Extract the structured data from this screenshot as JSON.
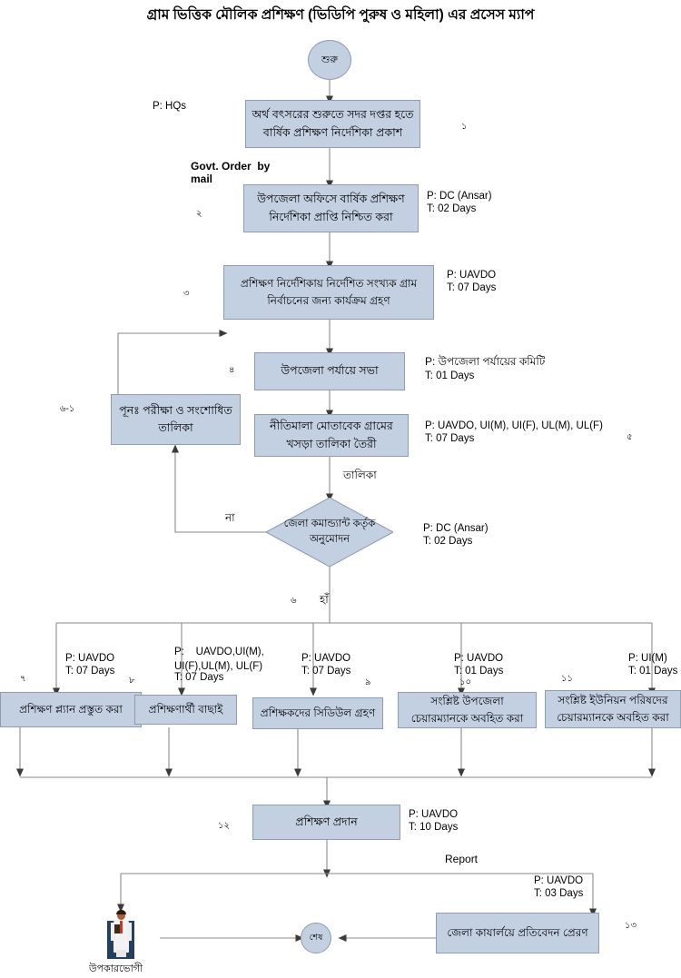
{
  "title": "গ্রাম ভিত্তিক মৌলিক প্রশিক্ষণ (ভিডিপি পুরুষ ও মহিলা) এর প্রসেস ম্যাপ",
  "colors": {
    "node_fill": "#c3d0e2",
    "node_border": "#8f9bb0",
    "line": "#7f7f7f",
    "text": "#000000",
    "beneficiary_base": "#24405e"
  },
  "nodes": {
    "start": {
      "label": "শুরু",
      "shape": "ellipse"
    },
    "n1": {
      "label_line1": "অর্থ বৎসরের শুরুতে সদর দপ্তর হতে",
      "label_line2": "বার্ষিক প্রশিক্ষণ নির্দেশিকা প্রকাশ",
      "number": "১",
      "actor": "P: HQs",
      "time": ""
    },
    "n2": {
      "label_line1": "উপজেলা অফিসে বার্ষিক প্রশিক্ষণ",
      "label_line2": "নির্দেশিকা প্রাপ্তি নিশ্চিত করা",
      "number": "২",
      "actor": "P: DC (Ansar)",
      "time": "T: 02 Days"
    },
    "n3": {
      "label_line1": "প্রশিক্ষণ নির্দেশিকায় নির্দেশিত সংখ্যক গ্রাম",
      "label_line2": "নির্বাচনের জন্য কার্যক্রম গ্রহণ",
      "number": "৩",
      "actor": "P: UAVDO",
      "time": "T: 07 Days"
    },
    "n4": {
      "label_line1": "উপজেলা পর্যায়ে  সভা",
      "label_line2": "",
      "number": "৪",
      "actor": "P: উপজেলা পর্যায়ের কমিটি",
      "time": "T: 01 Days"
    },
    "n5": {
      "label_line1": "নীতিমালা মোতাবেক গ্রামের",
      "label_line2": "খসড়া তালিকা তৈরী",
      "number": "৫",
      "actor": "P: UAVDO, UI(M), UI(F), UL(M), UL(F)",
      "time": "T: 07 Days"
    },
    "n6_1": {
      "label_line1": "পূনঃ পরীক্ষা ও সংশোধিত",
      "label_line2": "তালিকা",
      "number": "৬-১",
      "actor": "",
      "time": ""
    },
    "decision": {
      "label_line1": "জেলা কমান্ড্যান্ট",
      "label_line2": "কর্তৃক",
      "label_line3": "অনুমোদন",
      "number": "৬",
      "actor": "P: DC (Ansar)",
      "time": "T: 02 Days",
      "shape": "diamond"
    },
    "n7": {
      "label_line1": "প্রশিক্ষণ প্ল্যান প্রস্তুত করা",
      "label_line2": "",
      "number": "৭",
      "actor": "P: UAVDO",
      "time": "T: 07 Days"
    },
    "n8": {
      "label_line1": "প্রশিক্ষণার্থী বাছাই",
      "label_line2": "",
      "number": "৮",
      "actor": "P:    UAVDO,UI(M),\nUI(F),UL(M), UL(F)",
      "time": "T: 07 Days"
    },
    "n9": {
      "label_line1": "প্রশিক্ষকদের সিডিউল গ্রহণ",
      "label_line2": "",
      "number": "৯",
      "actor": "P: UAVDO",
      "time": "T: 07 Days"
    },
    "n10": {
      "label_line1": "সংশ্লিষ্ট উপজেলা",
      "label_line2": "চেয়ারম্যানকে অবহিত করা",
      "number": "১০",
      "actor": "P: UAVDO",
      "time": "T: 01 Days"
    },
    "n11": {
      "label_line1": "সংশ্লিষ্ট ইউনিয়ন পরিষদের",
      "label_line2": "চেয়ারম্যানকে অবহিত করা",
      "number": "১১",
      "actor": "P: UI(M)",
      "time": "T: 01 Days"
    },
    "n12": {
      "label_line1": "প্রশিক্ষণ প্রদান",
      "label_line2": "",
      "number": "১২",
      "actor": "P: UAVDO",
      "time": "T: 10 Days"
    },
    "n13": {
      "label_line1": "জেলা কাযার্লয়ে প্রতিবেদন প্রেরণ",
      "label_line2": "",
      "number": "১৩",
      "actor": "P: UAVDO",
      "time": "T: 03 Days"
    },
    "end": {
      "label": "শেষ",
      "shape": "ellipse"
    },
    "beneficiary": {
      "caption": "উপকারভোগী",
      "icon": "person-clipart-icon"
    }
  },
  "edge_labels": {
    "govt_order": "Govt. Order  by\nmail",
    "list": "তালিকা",
    "no": "না",
    "yes": "হাঁ",
    "report": "Report"
  }
}
